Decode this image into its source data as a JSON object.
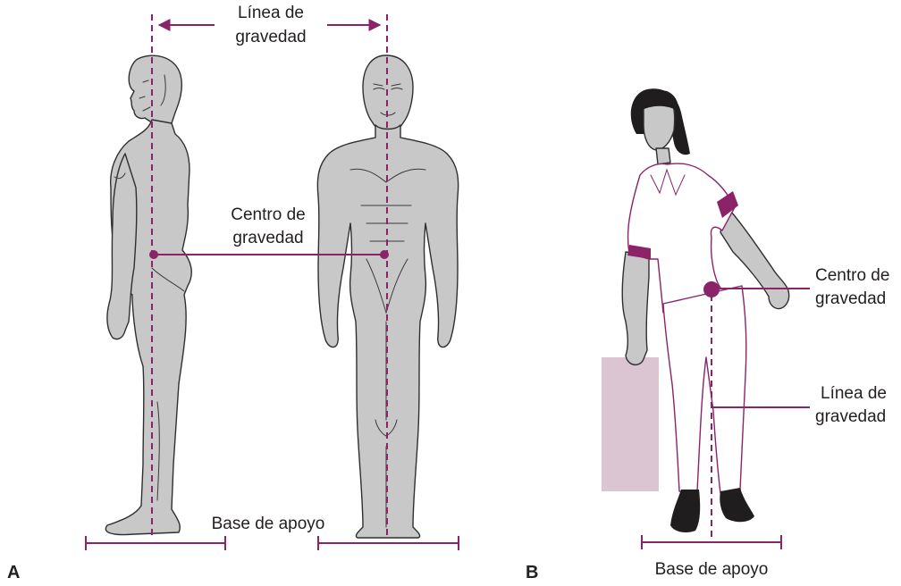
{
  "panel_a": {
    "letter": "A",
    "line_of_gravity": [
      "Línea de",
      "gravedad"
    ],
    "center_of_gravity": [
      "Centro de",
      "gravedad"
    ],
    "base_of_support": "Base de apoyo"
  },
  "panel_b": {
    "letter": "B",
    "center_of_gravity": [
      "Centro de",
      "gravedad"
    ],
    "line_of_gravity": [
      "Línea de",
      "gravedad"
    ],
    "base_of_support": "Base de apoyo"
  },
  "colors": {
    "accent": "#8b2369",
    "skin": "#c8c8c9",
    "box": "#dbc5d3",
    "hair": "#1f1d1e"
  }
}
